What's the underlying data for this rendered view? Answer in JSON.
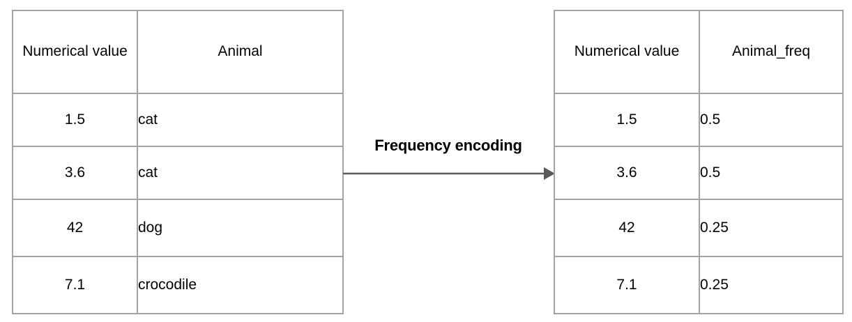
{
  "diagram": {
    "title": "Frequency encoding",
    "accent_color": "#595959",
    "border_color": "#a3a3a3",
    "text_color": "#000000",
    "background_color": "#ffffff"
  },
  "transform": {
    "label": "Frequency encoding",
    "arrow_icon": "arrow-right-icon",
    "direction": "left-to-right"
  },
  "tables": {
    "left": {
      "name": "input-table",
      "headers": [
        "Numerical value",
        "Animal"
      ],
      "column_alignments": [
        "center",
        "left"
      ],
      "rows": [
        [
          "1.5",
          "cat"
        ],
        [
          "3.6",
          "cat"
        ],
        [
          "42",
          "dog"
        ],
        [
          "7.1",
          "crocodile"
        ]
      ]
    },
    "right": {
      "name": "output-table",
      "headers": [
        "Numerical value",
        "Animal_freq"
      ],
      "column_alignments": [
        "center",
        "left"
      ],
      "rows": [
        [
          "1.5",
          "0.5"
        ],
        [
          "3.6",
          "0.5"
        ],
        [
          "42",
          "0.25"
        ],
        [
          "7.1",
          "0.25"
        ]
      ]
    }
  }
}
